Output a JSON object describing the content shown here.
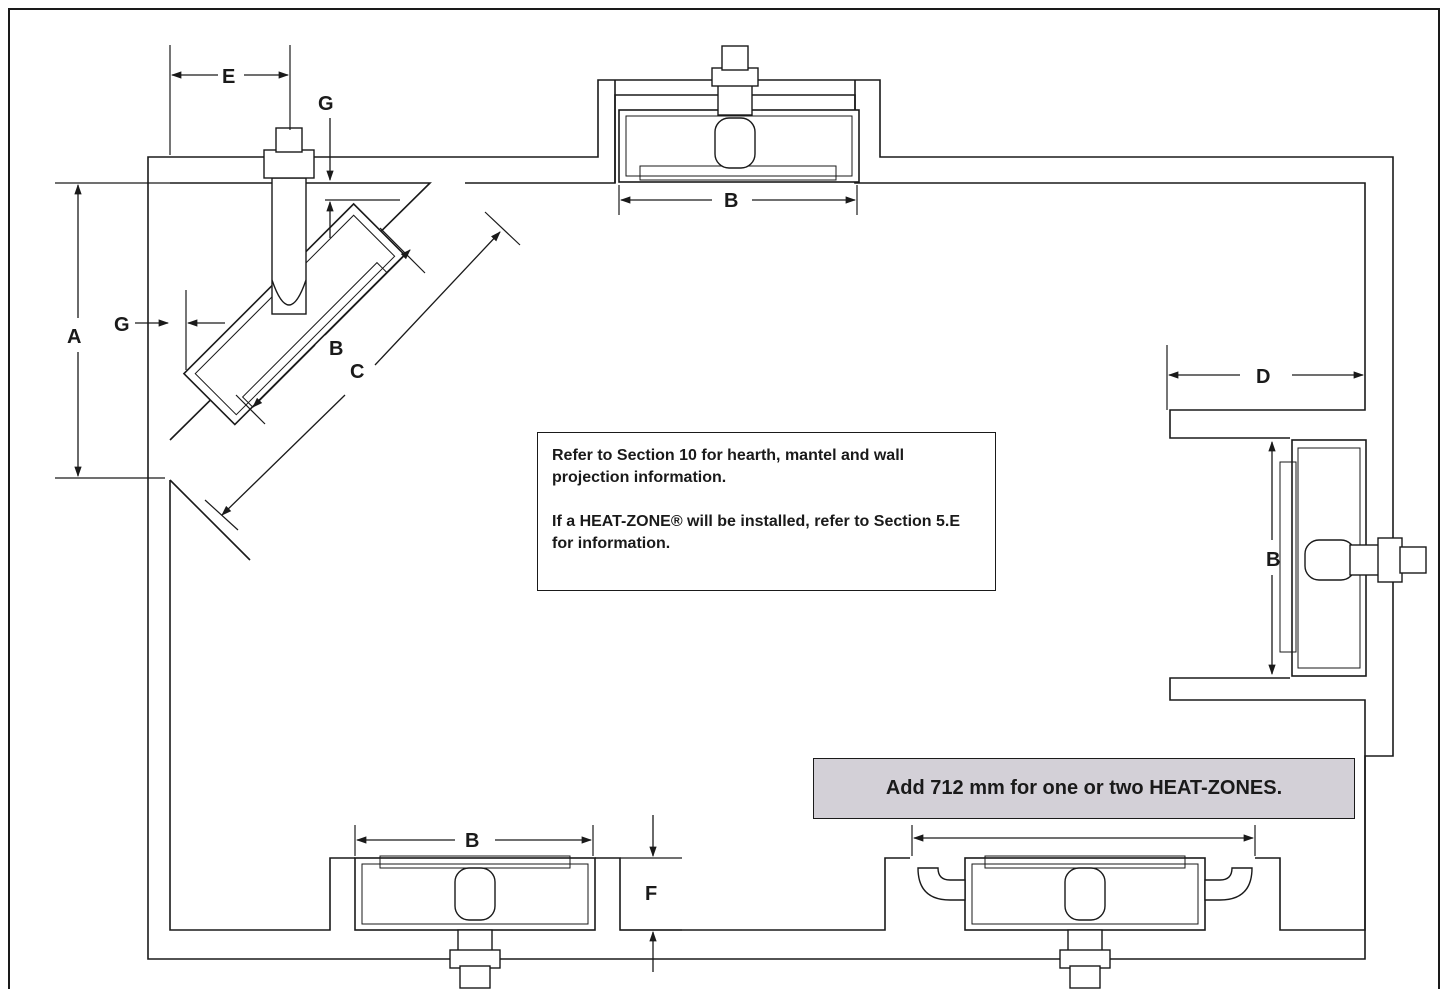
{
  "labels": {
    "a": "A",
    "b": "B",
    "c": "C",
    "d": "D",
    "e": "E",
    "f": "F",
    "g": "G"
  },
  "note": {
    "line1": "Refer to Section 10 for hearth,  mantel and wall projection information.",
    "line2": "If a HEAT-ZONE® will be installed, refer to Section 5.E for information."
  },
  "heat_zone_note": "Add 712 mm for one or two HEAT-ZONES.",
  "colors": {
    "line": "#1a1a1a",
    "highlight_box": "#d3d0d7",
    "background": "#ffffff"
  }
}
